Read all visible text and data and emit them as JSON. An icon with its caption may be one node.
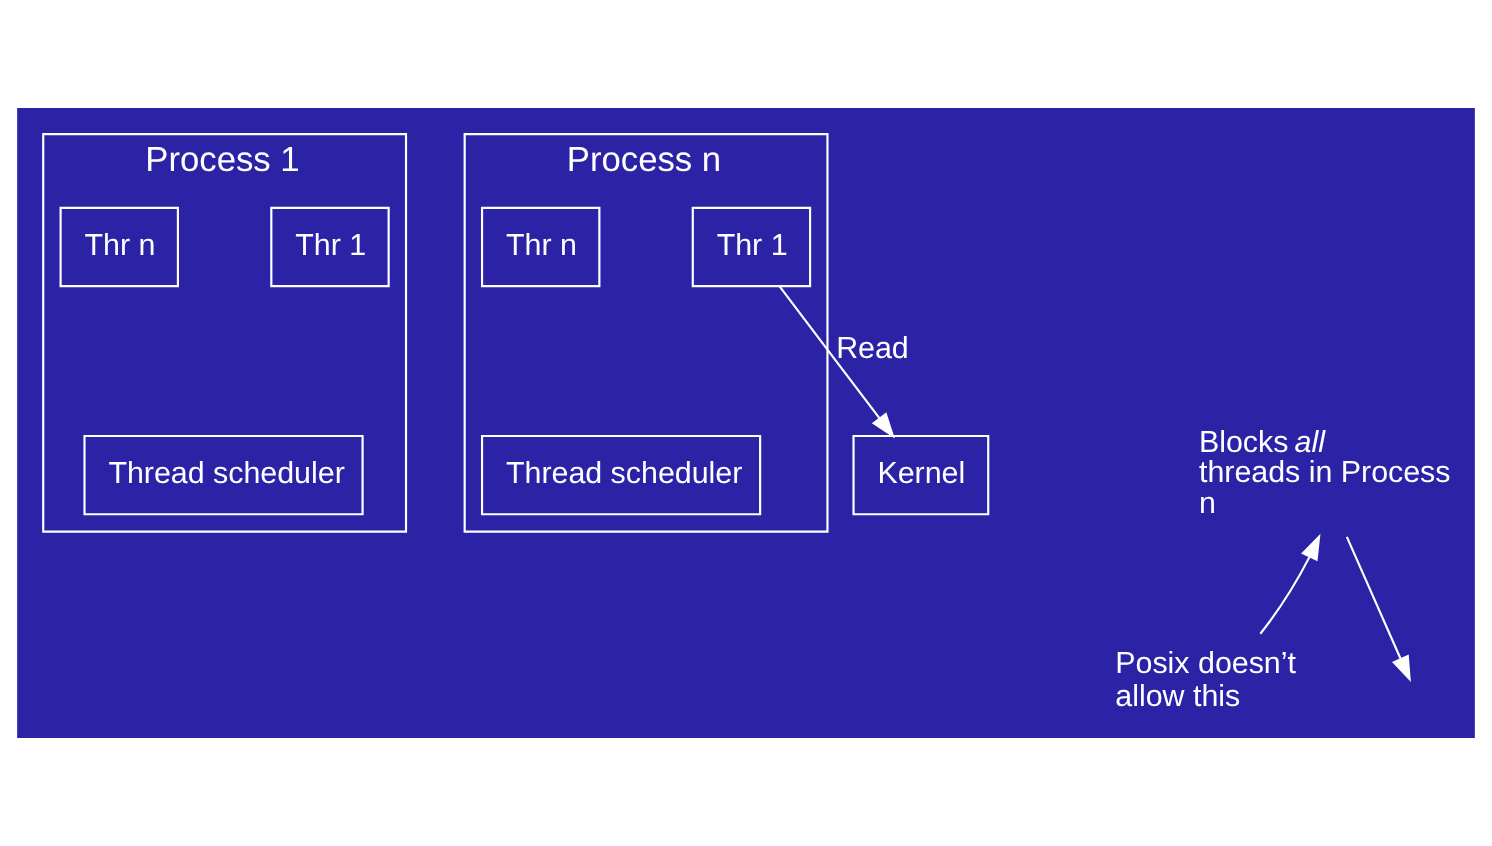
{
  "diagram": {
    "nodes": [
      {
        "text": [
          "Process 1"
        ]
      },
      {
        "text": [
          "Thr 1"
        ],
        "in": 0
      },
      {
        "text": [
          "Thr n"
        ],
        "in": 0
      },
      {
        "text": [
          "Thread scheduler"
        ],
        "in": 0
      },
      {
        "text": [
          "Process n"
        ]
      },
      {
        "text": [
          "Thr 1"
        ],
        "in": 4
      },
      {
        "text": [
          "Thr n"
        ],
        "in": 4
      },
      {
        "text": [
          "Thread scheduler"
        ],
        "in": 4
      },
      {
        "text": [
          "Kernel"
        ]
      },
      {
        "text": [
          "Blocks *all* threads in Process n"
        ]
      },
      {
        "text": [
          "Posix doesn’t allow this"
        ]
      }
    ],
    "edges": [
      {
        "from": 5,
        "to": 8,
        "arrow": "to",
        "label": "Read"
      },
      {
        "from": 9,
        "to": null,
        "arrow": "to"
      },
      {
        "from": 10,
        "to": 9,
        "arrow": "to"
      }
    ]
  }
}
